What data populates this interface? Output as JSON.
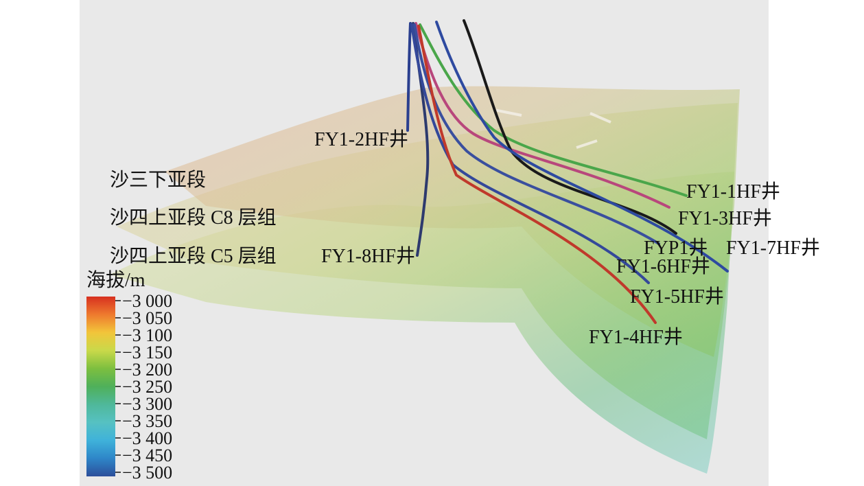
{
  "figure": {
    "layer_labels": [
      "沙三下亚段",
      "沙四上亚段 C8 层组",
      "沙四上亚段 C5 层组"
    ],
    "wells": [
      {
        "name": "FY1-2HF井",
        "color": "#2a3f8f"
      },
      {
        "name": "FY1-8HF井",
        "color": "#2d3a6e"
      },
      {
        "name": "FY1-1HF井",
        "color": "#4aa64a"
      },
      {
        "name": "FY1-3HF井",
        "color": "#b8477c"
      },
      {
        "name": "FYP1井",
        "color": "#1a1a1a"
      },
      {
        "name": "FY1-7HF井",
        "color": "#2e4aa0"
      },
      {
        "name": "FY1-6HF井",
        "color": "#3a4f9e"
      },
      {
        "name": "FY1-5HF井",
        "color": "#34489a"
      },
      {
        "name": "FY1-4HF井",
        "color": "#c0392b"
      }
    ],
    "colorbar": {
      "title": "海拔/m",
      "ticks": [
        "−3 000",
        "−3 050",
        "−3 100",
        "−3 150",
        "−3 200",
        "−3 250",
        "−3 300",
        "−3 350",
        "−3 400",
        "−3 450",
        "−3 500"
      ],
      "colors": [
        "#d7301f",
        "#ee7a2e",
        "#f2c53a",
        "#c9d94a",
        "#7dbf3f",
        "#4fb05a",
        "#4fb89a",
        "#56c1c2",
        "#3fb2da",
        "#2e86c8",
        "#2c4e9a"
      ]
    }
  }
}
